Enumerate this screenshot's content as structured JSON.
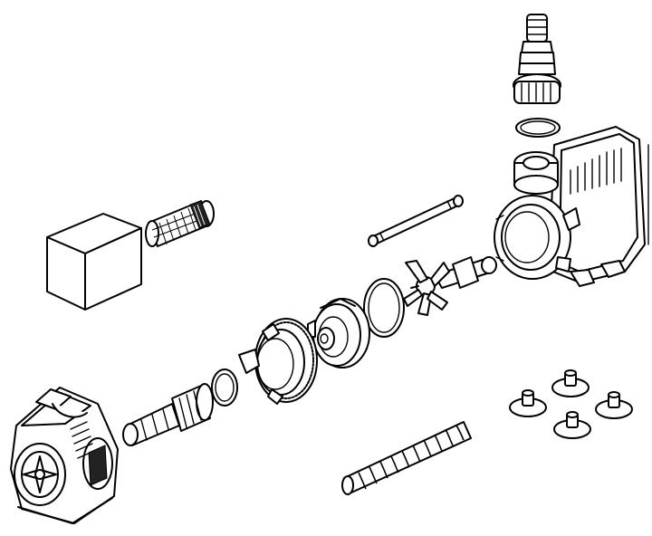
{
  "diagram": {
    "kind": "exploded-view",
    "colors": {
      "line": "#000000",
      "background": "#ffffff",
      "fill": "#ffffff"
    },
    "parts": [
      {
        "id": "outlet-hose-adapter",
        "icon": "hose-barb-icon"
      },
      {
        "id": "outlet-o-ring",
        "icon": "o-ring-icon"
      },
      {
        "id": "pump-body",
        "icon": "pump-housing-icon"
      },
      {
        "id": "ceramic-shaft",
        "icon": "shaft-icon"
      },
      {
        "id": "impeller",
        "icon": "impeller-icon"
      },
      {
        "id": "o-ring",
        "icon": "o-ring-icon"
      },
      {
        "id": "volute-cover",
        "icon": "volute-icon"
      },
      {
        "id": "bayonet-ring",
        "icon": "ring-icon"
      },
      {
        "id": "inlet-o-ring",
        "icon": "o-ring-icon"
      },
      {
        "id": "inlet-adapter",
        "icon": "hose-barb-icon"
      },
      {
        "id": "prefilter-cage",
        "icon": "strainer-icon"
      },
      {
        "id": "foam-block",
        "icon": "cube-icon"
      },
      {
        "id": "pump-with-cover",
        "icon": "pump-icon"
      },
      {
        "id": "spiral-tube",
        "icon": "spiral-hose-icon"
      },
      {
        "id": "suction-cups",
        "icon": "suction-cup-icon",
        "count": 4
      }
    ]
  }
}
